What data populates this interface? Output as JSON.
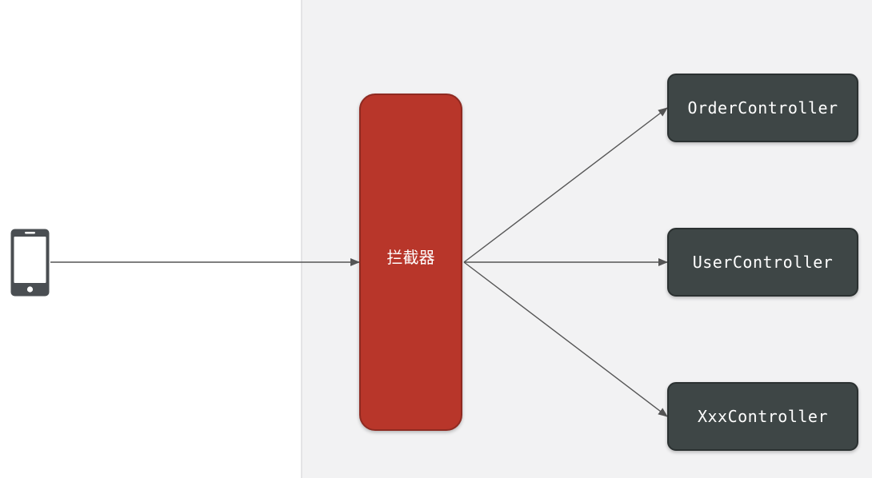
{
  "interceptor": {
    "label": "拦截器"
  },
  "controllers": [
    {
      "label": "OrderController"
    },
    {
      "label": "UserController"
    },
    {
      "label": "XxxController"
    }
  ],
  "client": {
    "icon": "smartphone-icon"
  },
  "colors": {
    "interceptor_fill": "#b8362a",
    "controller_fill": "#3e4646",
    "server_background": "#f2f2f3",
    "connector": "#555555"
  }
}
